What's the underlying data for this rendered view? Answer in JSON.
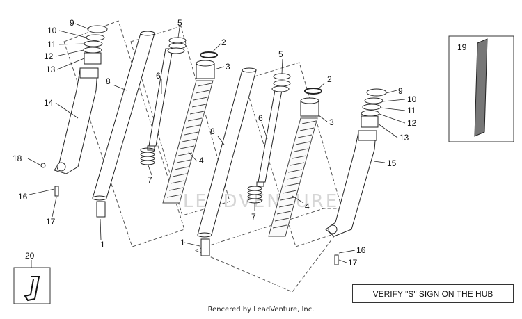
{
  "diagram": {
    "labels": {
      "p1a": "1",
      "p1b": "1",
      "p2a": "2",
      "p2b": "2",
      "p3a": "3",
      "p3b": "3",
      "p4a": "4",
      "p4b": "4",
      "p5a": "5",
      "p5b": "5",
      "p6a": "6",
      "p6b": "6",
      "p7a": "7",
      "p7b": "7",
      "p8a": "8",
      "p8b": "8",
      "p9a": "9",
      "p9b": "9",
      "p10a": "10",
      "p10b": "10",
      "p11a": "11",
      "p11b": "11",
      "p12a": "12",
      "p12b": "12",
      "p13a": "13",
      "p13b": "13",
      "p14": "14",
      "p15": "15",
      "p16a": "16",
      "p16b": "16",
      "p17a": "17",
      "p17b": "17",
      "p18": "18",
      "p19": "19",
      "p20": "20"
    },
    "watermark": "LEADVENTURE",
    "note": "VERIFY \"S\" SIGN ON THE HUB",
    "footer": "Rencered by LeadVenture, Inc."
  }
}
